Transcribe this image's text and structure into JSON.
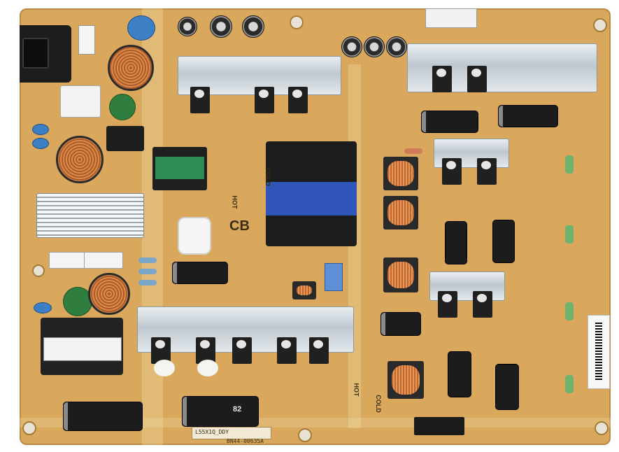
{
  "image": {
    "labels": {
      "cold_1": "COLD",
      "hot_1": "HOT",
      "cold_2": "COLD",
      "hot_2": "HOT",
      "cb": "CB",
      "cap_value": "82",
      "sticker": "L55X1Q_DDY",
      "part_no": "BN44-00635A"
    },
    "colors": {
      "board": "#d9a85c",
      "heatsink": "#c4ccd3",
      "transformer_blue": "#2f55b8",
      "transformer_green": "#2f8b56"
    }
  }
}
